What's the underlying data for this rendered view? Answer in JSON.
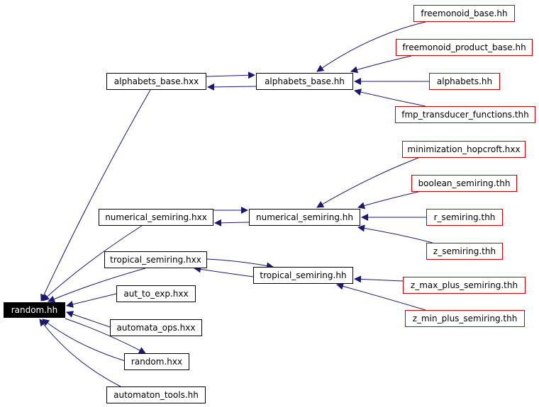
{
  "colors": {
    "edge": "#191970",
    "node_border": "#000000",
    "external_border": "#cc0000",
    "root_fill": "#000000",
    "root_text": "#ffffff"
  },
  "nodes": {
    "random_hh": "random.hh",
    "alphabets_base_hxx": "alphabets_base.hxx",
    "alphabets_base_hh": "alphabets_base.hh",
    "freemonoid_base_hh": "freemonoid_base.hh",
    "freemonoid_product_base_hh": "freemonoid_product_base.hh",
    "alphabets_hh": "alphabets.hh",
    "fmp_transducer_functions_thh": "fmp_transducer_functions.thh",
    "minimization_hopcroft_hxx": "minimization_hopcroft.hxx",
    "boolean_semiring_thh": "boolean_semiring.thh",
    "numerical_semiring_hxx": "numerical_semiring.hxx",
    "numerical_semiring_hh": "numerical_semiring.hh",
    "r_semiring_thh": "r_semiring.thh",
    "z_semiring_thh": "z_semiring.thh",
    "tropical_semiring_hxx": "tropical_semiring.hxx",
    "tropical_semiring_hh": "tropical_semiring.hh",
    "z_max_plus_semiring_thh": "z_max_plus_semiring.thh",
    "aut_to_exp_hxx": "aut_to_exp.hxx",
    "z_min_plus_semiring_thh": "z_min_plus_semiring.thh",
    "automata_ops_hxx": "automata_ops.hxx",
    "random_hxx": "random.hxx",
    "automaton_tools_hh": "automaton_tools.hh"
  }
}
